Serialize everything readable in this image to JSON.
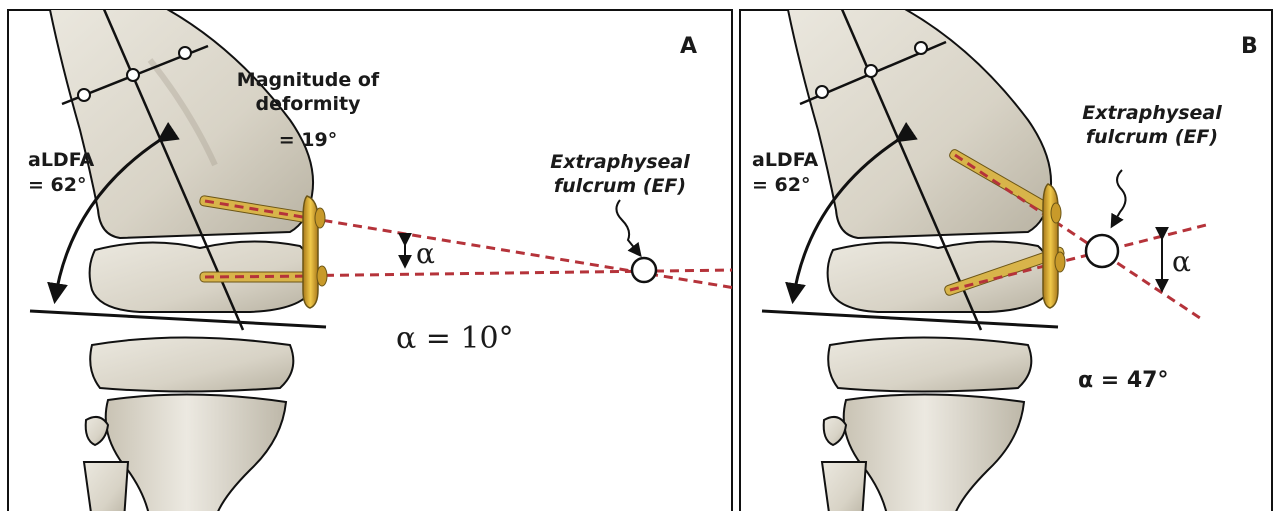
{
  "figure": {
    "colors": {
      "bone_fill": "#dcd8cc",
      "bone_shadow": "#b9b3a4",
      "outline": "#111111",
      "screw_line": "#b5333a",
      "plate": "#d6a82a",
      "screw": "#d8b44a",
      "panel_border": "#111111"
    },
    "panel_a": {
      "label": "A",
      "magnitude_line1": "Magnitude of",
      "magnitude_line2": "deformity",
      "magnitude_value": "= 19°",
      "aldfa_label": "aLDFA",
      "aldfa_value": "= 62°",
      "fulcrum_line1": "Extraphyseal",
      "fulcrum_line2": "fulcrum (EF)",
      "alpha_symbol": "α",
      "alpha_equation": "α = 10°"
    },
    "panel_b": {
      "label": "B",
      "aldfa_label": "aLDFA",
      "aldfa_value": "= 62°",
      "fulcrum_line1": "Extraphyseal",
      "fulcrum_line2": "fulcrum (EF)",
      "alpha_symbol": "α",
      "alpha_equation": "α = 47°"
    }
  }
}
